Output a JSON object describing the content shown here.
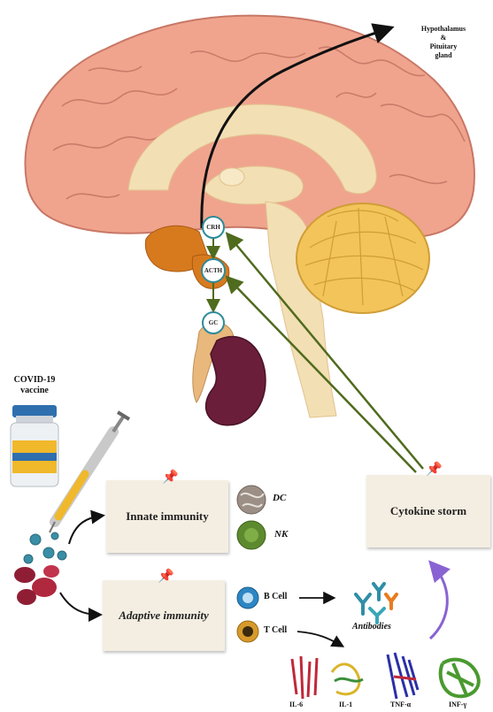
{
  "brain_labels": {
    "hypothalamus_line1": "Hypothalamus",
    "hypothalamus_amp": "&",
    "hypothalamus_line2": "Pituitary",
    "hypothalamus_line3": "gland"
  },
  "hpa_nodes": {
    "crh": "CRH",
    "acth": "ACTH",
    "gc": "GC"
  },
  "vaccine": {
    "line1": "COVID-19",
    "line2": "vaccine"
  },
  "boxes": {
    "innate": "Innate immunity",
    "adaptive": "Adaptive immunity",
    "cytokine": "Cytokine storm"
  },
  "innate_cells": {
    "dc": "DC",
    "nk": "NK"
  },
  "adaptive_cells": {
    "b_cell": "B Cell",
    "t_cell": "T Cell",
    "antibodies": "Antibodies"
  },
  "cytokines": [
    "IL-6",
    "IL-1",
    "TNF-α",
    "INF-γ"
  ],
  "colors": {
    "brain": "#f0a48e",
    "brain_outline": "#c87766",
    "inner": "#f3dfb4",
    "cerebellum": "#f2c45a",
    "note": "#f4eee2",
    "arrow_green": "#4f6b1e",
    "arrow_purple": "#8a63d2",
    "kidney": "#6a1e3a",
    "adrenal": "#e9b87c"
  }
}
